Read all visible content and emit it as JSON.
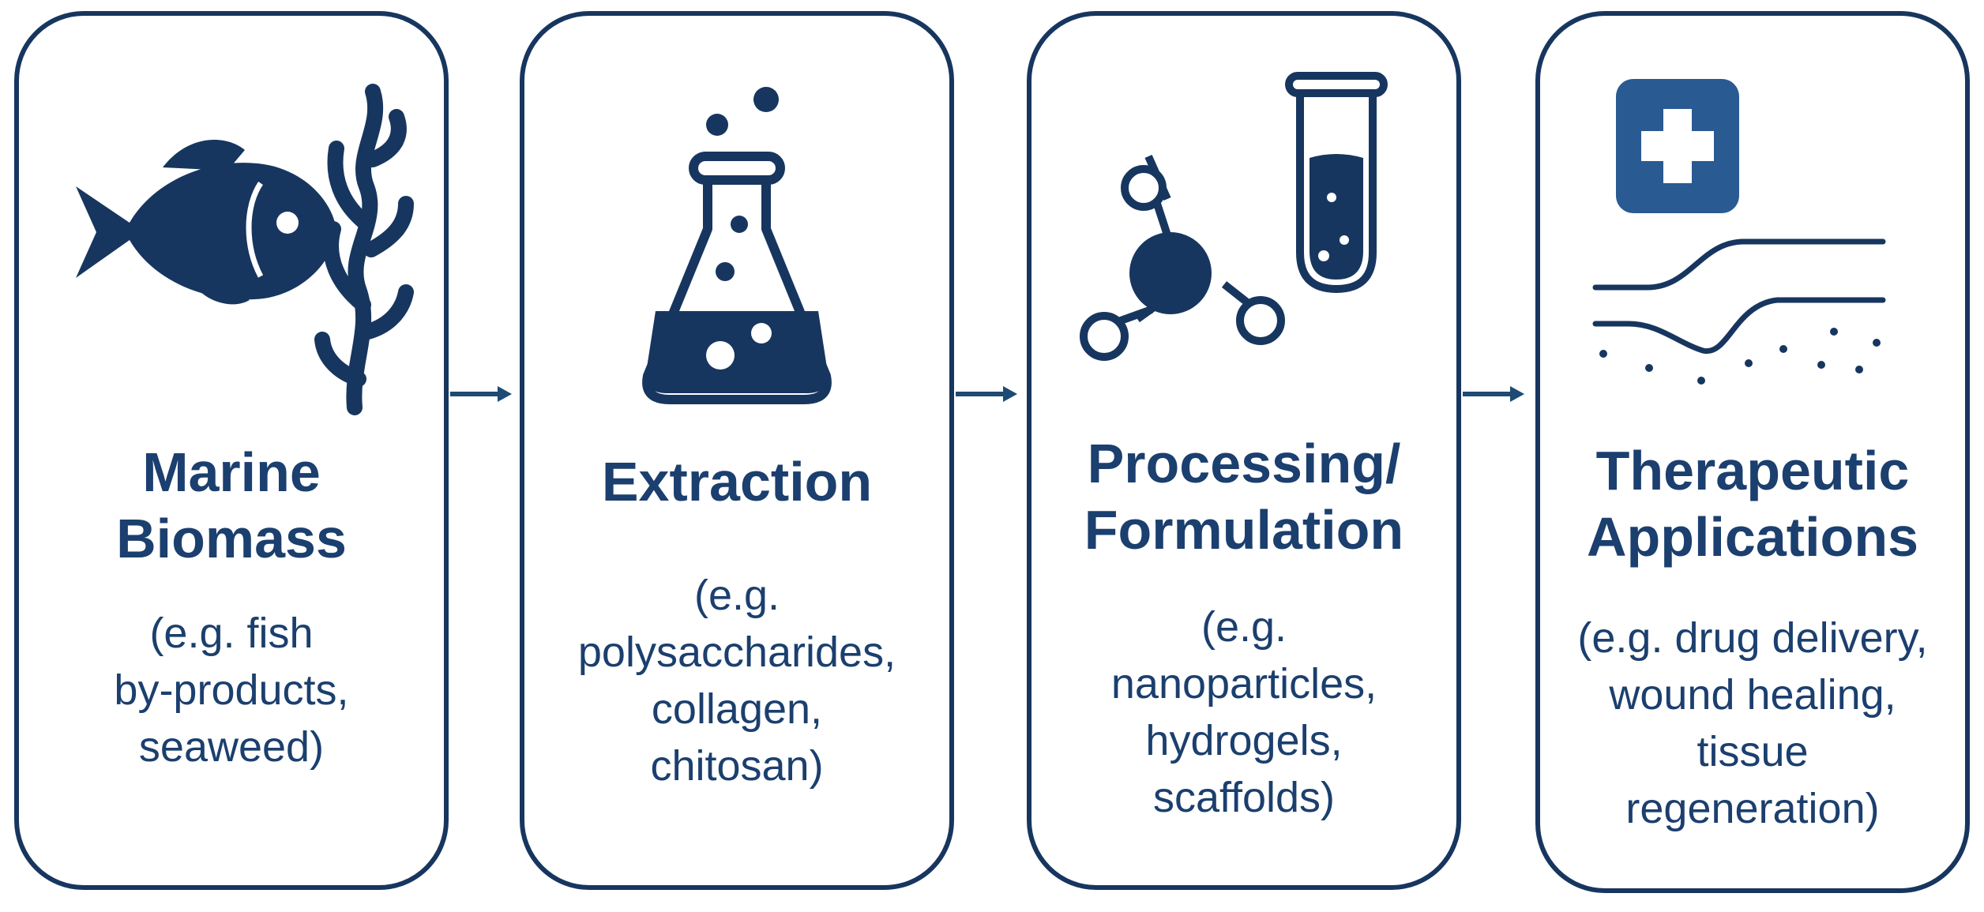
{
  "stages": [
    {
      "icons": [
        "fish-icon",
        "seaweed-icon"
      ],
      "title": [
        "Marine",
        "Biomass"
      ],
      "description": [
        "(e.g. fish",
        "by-products,",
        "seaweed)"
      ]
    },
    {
      "icons": [
        "flask-icon",
        "bubbles-icon"
      ],
      "title": [
        "Extraction"
      ],
      "description": [
        "(e.g.",
        "polysaccharides,",
        "collagen,",
        "chitosan)"
      ]
    },
    {
      "icons": [
        "molecule-icon",
        "test-tube-icon"
      ],
      "title": [
        "Processing/",
        "Formulation"
      ],
      "description": [
        "(e.g.",
        "nanoparticles,",
        "hydrogels,",
        "scaffolds)"
      ]
    },
    {
      "icons": [
        "medical-cross-icon",
        "skin-layers-icon"
      ],
      "title": [
        "Therapeutic",
        "Applications"
      ],
      "description": [
        "(e.g. drug delivery,",
        "wound healing,",
        "tissue",
        "regeneration)"
      ]
    }
  ],
  "colors": {
    "primary": "#17365f",
    "text": "#1b3f6e",
    "accent": "#2a5a92",
    "background": "#ffffff"
  }
}
